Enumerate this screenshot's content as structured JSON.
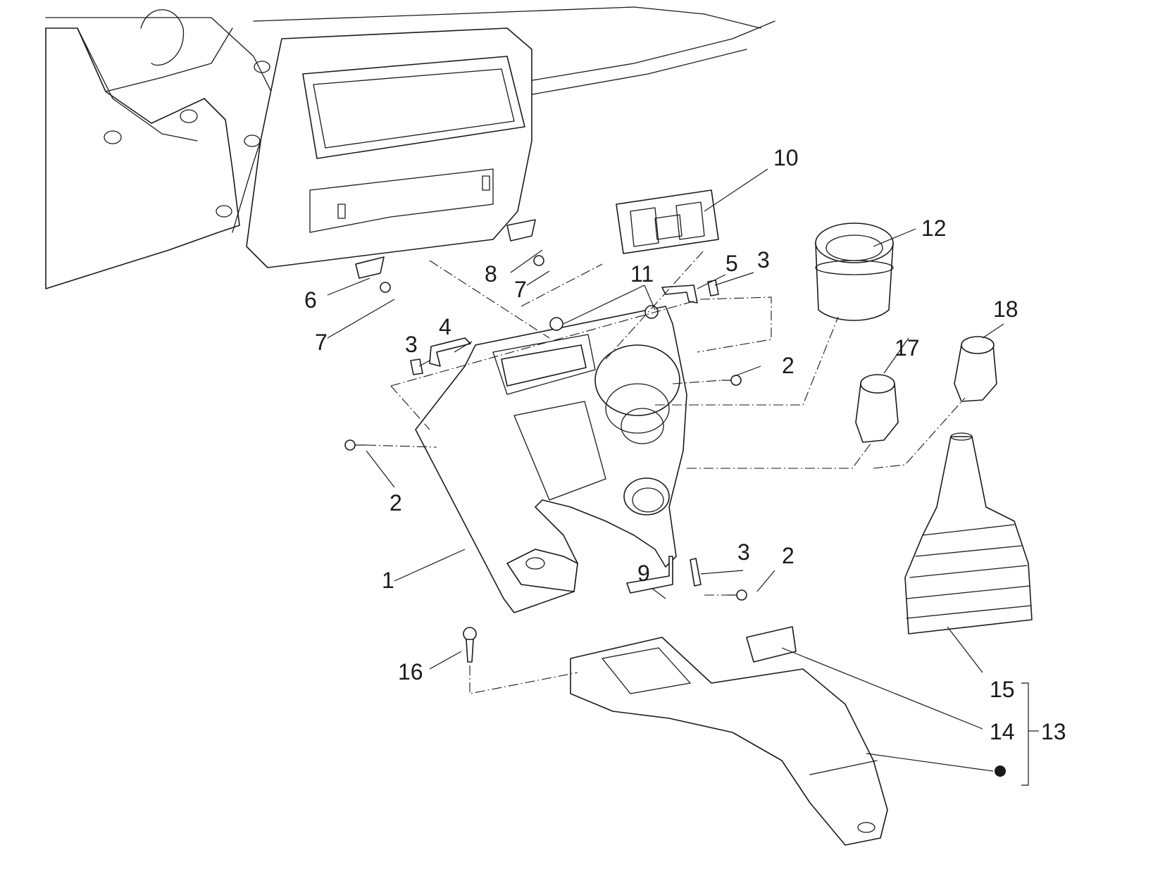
{
  "callouts": [
    {
      "id": "c1",
      "text": "1"
    },
    {
      "id": "c2a",
      "text": "2"
    },
    {
      "id": "c2b",
      "text": "2"
    },
    {
      "id": "c2c",
      "text": "2"
    },
    {
      "id": "c3a",
      "text": "3"
    },
    {
      "id": "c3b",
      "text": "3"
    },
    {
      "id": "c3c",
      "text": "3"
    },
    {
      "id": "c4",
      "text": "4"
    },
    {
      "id": "c5",
      "text": "5"
    },
    {
      "id": "c6",
      "text": "6"
    },
    {
      "id": "c7a",
      "text": "7"
    },
    {
      "id": "c7b",
      "text": "7"
    },
    {
      "id": "c8",
      "text": "8"
    },
    {
      "id": "c9",
      "text": "9"
    },
    {
      "id": "c10",
      "text": "10"
    },
    {
      "id": "c11",
      "text": "11"
    },
    {
      "id": "c12",
      "text": "12"
    },
    {
      "id": "c13",
      "text": "13"
    },
    {
      "id": "c14",
      "text": "14"
    },
    {
      "id": "c15",
      "text": "15"
    },
    {
      "id": "c16",
      "text": "16"
    },
    {
      "id": "c17",
      "text": "17"
    },
    {
      "id": "c18",
      "text": "18"
    }
  ],
  "colors": {
    "line": "#1a1a1a",
    "background": "#ffffff"
  }
}
